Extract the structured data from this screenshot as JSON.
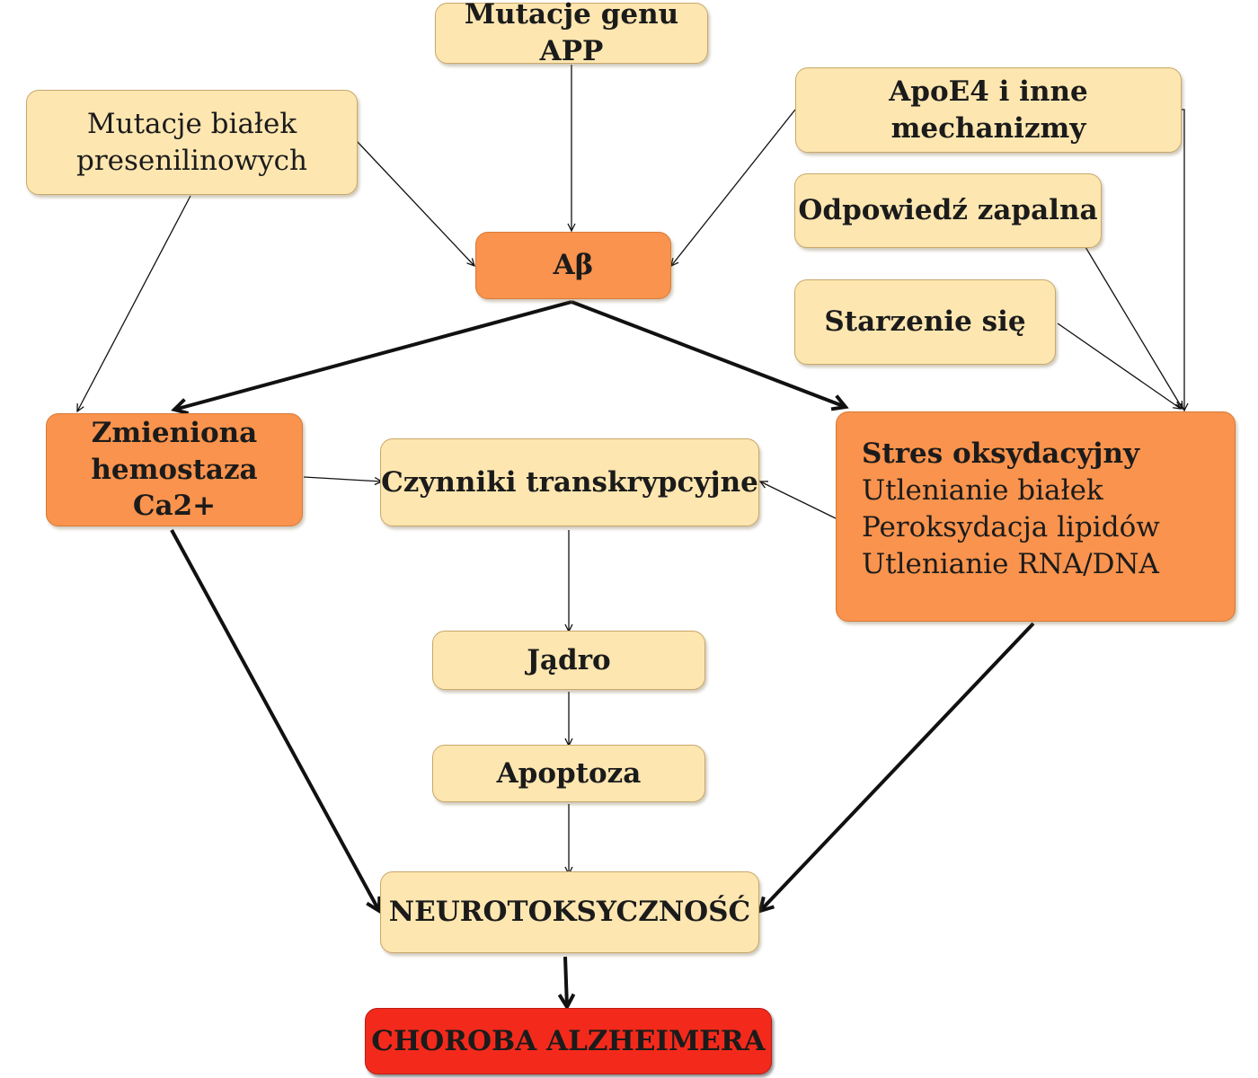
{
  "nodes": {
    "mutacje_app": "Mutacje genu APP",
    "mutacje_presenilin": [
      "Mutacje białek",
      "presenilinowych"
    ],
    "apoe4": [
      "ApoE4 i inne",
      "mechanizmy"
    ],
    "odpowiedz_zapalna": "Odpowiedź zapalna",
    "starzenie": "Starzenie się",
    "abeta": "Aβ",
    "hemostaza": [
      "Zmieniona",
      "hemostaza Ca2+"
    ],
    "czynniki": "Czynniki transkrypcyjne",
    "stres": {
      "title": "Stres oksydacyjny",
      "items": [
        "Utlenianie białek",
        "Peroksydacja lipidów",
        "Utlenianie RNA/DNA"
      ]
    },
    "jadro": "Jądro",
    "apoptoza": "Apoptoza",
    "neurotoksycznosc": "NEUROTOKSYCZNOŚĆ",
    "choroba": "CHOROBA ALZHEIMERA"
  },
  "colors": {
    "light_box": "#fde6b0",
    "orange_box": "#f9934d",
    "red_box": "#f32a1b",
    "arrow": "#111111"
  },
  "edges": [
    {
      "from": "mutacje_app",
      "to": "abeta",
      "weight": "thin"
    },
    {
      "from": "mutacje_presenilin",
      "to": "abeta",
      "weight": "thin"
    },
    {
      "from": "mutacje_presenilin",
      "to": "hemostaza",
      "weight": "thin"
    },
    {
      "from": "apoe4",
      "to": "abeta",
      "weight": "thin"
    },
    {
      "from": "apoe4",
      "to": "stres",
      "weight": "thin"
    },
    {
      "from": "odpowiedz_zapalna",
      "to": "stres",
      "weight": "thin"
    },
    {
      "from": "starzenie",
      "to": "stres",
      "weight": "thin"
    },
    {
      "from": "abeta",
      "to": "hemostaza",
      "weight": "thick"
    },
    {
      "from": "abeta",
      "to": "stres",
      "weight": "thick"
    },
    {
      "from": "hemostaza",
      "to": "czynniki",
      "weight": "thin"
    },
    {
      "from": "stres",
      "to": "czynniki",
      "weight": "thin"
    },
    {
      "from": "czynniki",
      "to": "jadro",
      "weight": "thin"
    },
    {
      "from": "jadro",
      "to": "apoptoza",
      "weight": "thin"
    },
    {
      "from": "apoptoza",
      "to": "neurotoksycznosc",
      "weight": "thin"
    },
    {
      "from": "hemostaza",
      "to": "neurotoksycznosc",
      "weight": "thick"
    },
    {
      "from": "stres",
      "to": "neurotoksycznosc",
      "weight": "thick"
    },
    {
      "from": "neurotoksycznosc",
      "to": "choroba",
      "weight": "thick"
    }
  ]
}
